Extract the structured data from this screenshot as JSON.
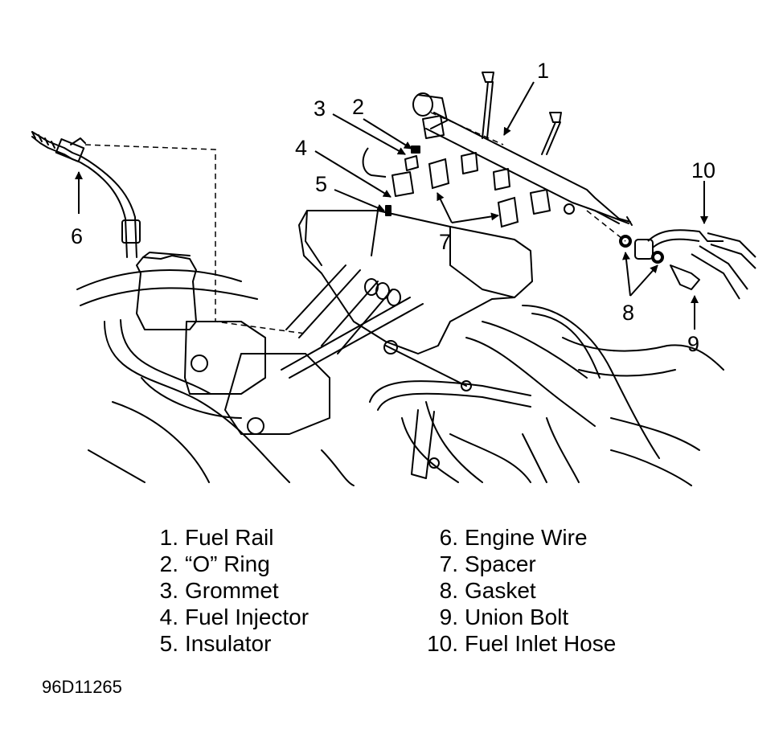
{
  "callouts": {
    "c1": "1",
    "c2": "2",
    "c3": "3",
    "c4": "4",
    "c5": "5",
    "c6": "6",
    "c7": "7",
    "c8": "8",
    "c9": "9",
    "c10": "10"
  },
  "legend_left": [
    {
      "num": "1.",
      "label": "Fuel Rail"
    },
    {
      "num": "2.",
      "label": "“O” Ring"
    },
    {
      "num": "3.",
      "label": "Grommet"
    },
    {
      "num": "4.",
      "label": "Fuel Injector"
    },
    {
      "num": "5.",
      "label": "Insulator"
    }
  ],
  "legend_right": [
    {
      "num": "6.",
      "label": "Engine Wire"
    },
    {
      "num": "7.",
      "label": "Spacer"
    },
    {
      "num": "8.",
      "label": "Gasket"
    },
    {
      "num": "9.",
      "label": "Union Bolt"
    },
    {
      "num": "10.",
      "label": "Fuel Inlet Hose"
    }
  ],
  "figure_id": "96D11265"
}
